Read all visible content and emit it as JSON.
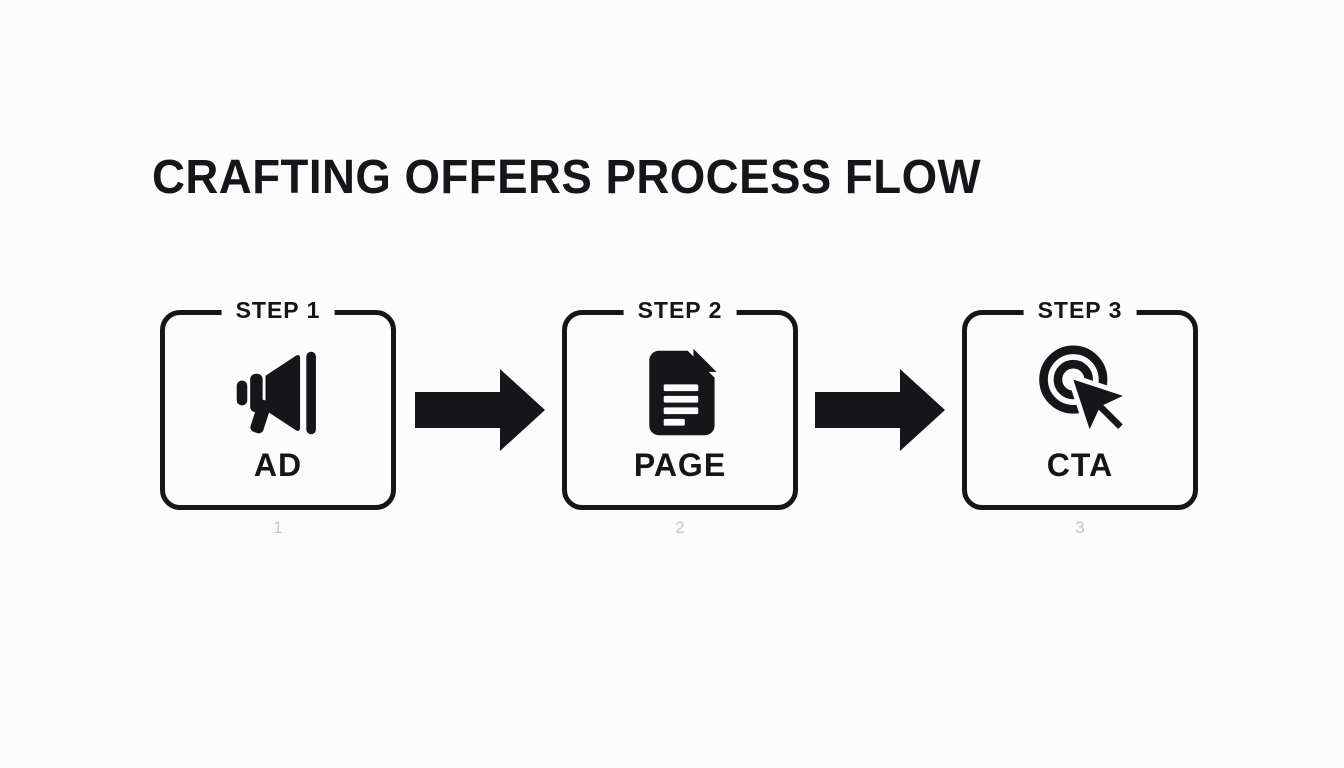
{
  "title": "CRAFTING OFFERS PROCESS FLOW",
  "steps": [
    {
      "step_label": "STEP 1",
      "name": "AD",
      "icon": "megaphone-icon",
      "footnote": "1"
    },
    {
      "step_label": "STEP 2",
      "name": "PAGE",
      "icon": "document-icon",
      "footnote": "2"
    },
    {
      "step_label": "STEP 3",
      "name": "CTA",
      "icon": "cursor-click-icon",
      "footnote": "3"
    }
  ],
  "colors": {
    "ink": "#15151a",
    "background": "#fcfcfc",
    "footnote_gray": "#c3c5cb"
  }
}
